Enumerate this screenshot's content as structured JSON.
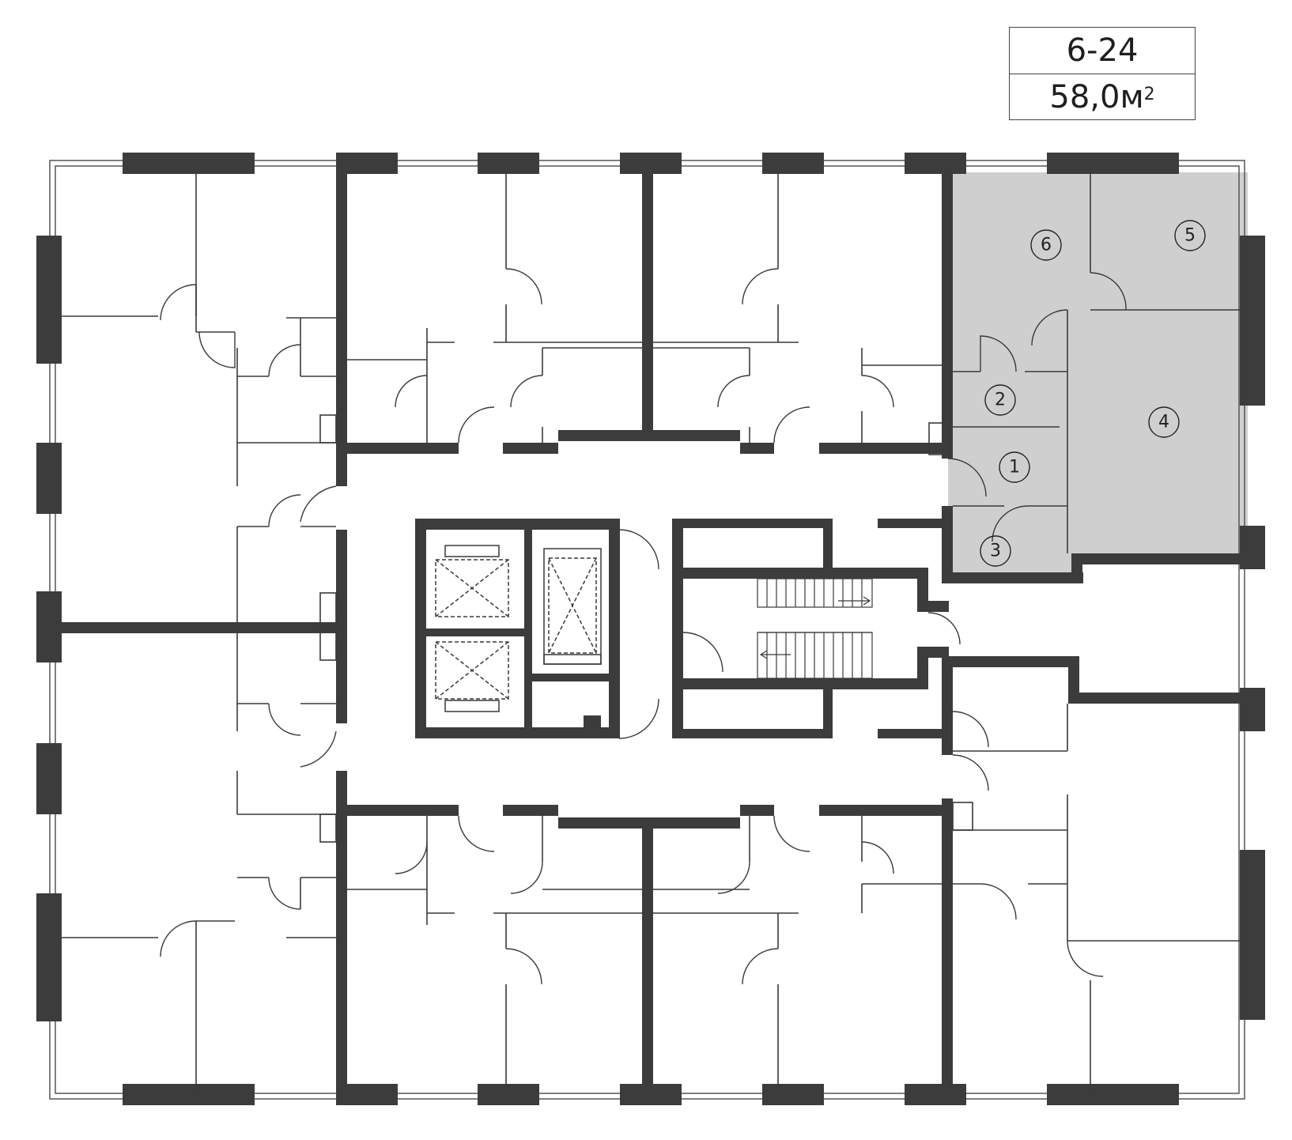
{
  "unit_label": {
    "code": "6-24",
    "area_value": "58,0м",
    "area_superscript": "2"
  },
  "rooms": [
    {
      "number": "1"
    },
    {
      "number": "2"
    },
    {
      "number": "3"
    },
    {
      "number": "4"
    },
    {
      "number": "5"
    },
    {
      "number": "6"
    }
  ],
  "colors": {
    "wall": "#3c3c3c",
    "highlight": "#cfcfcf",
    "partition": "#3a3a3a",
    "background": "#ffffff"
  }
}
